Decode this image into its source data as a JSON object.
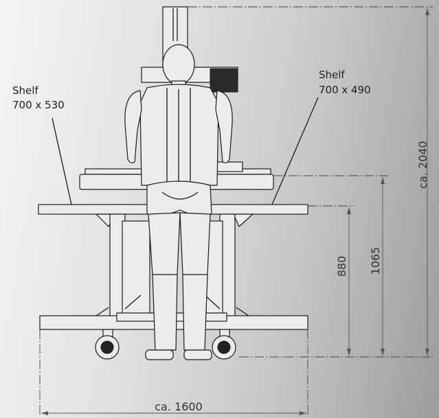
{
  "labels": {
    "shelf_left_title": "Shelf",
    "shelf_left_size": "700 x 530",
    "shelf_right_title": "Shelf",
    "shelf_right_size": "700 x 490"
  },
  "dimensions": {
    "total_height": "ca. 2040",
    "upper_shelf_height": "1065",
    "lower_shelf_height": "880",
    "total_width": "ca. 1600"
  },
  "colors": {
    "line": "#1a1a1a",
    "dimension_line": "#555555"
  }
}
